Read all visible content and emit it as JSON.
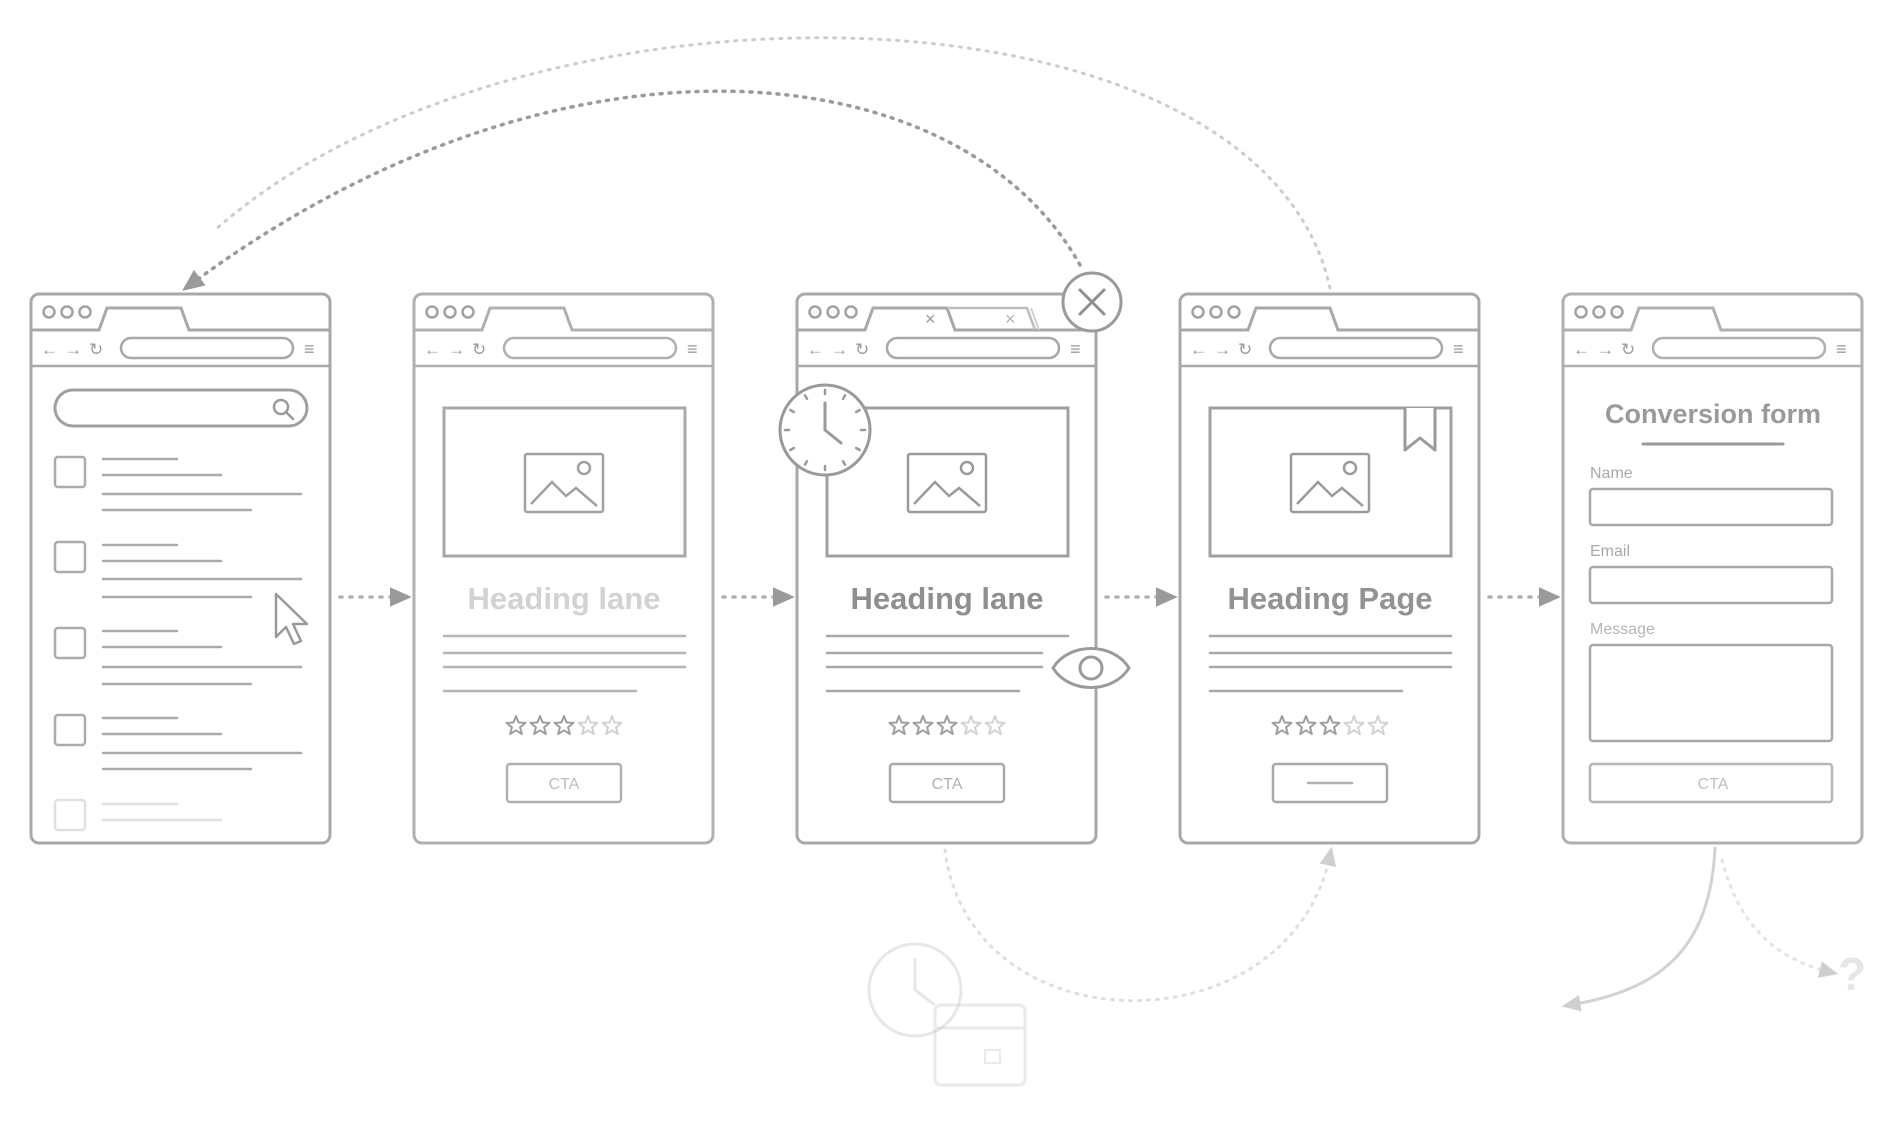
{
  "colors": {
    "stroke": "#9a9a9a",
    "stroke_light": "#c4c4c4",
    "stroke_faint": "#dddddd",
    "text_dark": "#8a8a8a",
    "text_light": "#c8c8c8",
    "background": "#ffffff"
  },
  "screens": [
    {
      "id": "search-results",
      "icon_names": [
        "search-icon",
        "cursor-icon",
        "checkbox-icon"
      ]
    },
    {
      "id": "landing-1",
      "heading": "Heading lane",
      "stars": 3,
      "stars_total": 5,
      "cta_label": "CTA",
      "icon_names": [
        "image-placeholder-icon",
        "star-icon"
      ]
    },
    {
      "id": "landing-2",
      "heading": "Heading lane",
      "stars": 3,
      "stars_total": 5,
      "cta_label": "CTA",
      "icon_names": [
        "image-placeholder-icon",
        "clock-icon",
        "eye-icon",
        "close-circle-icon",
        "star-icon"
      ]
    },
    {
      "id": "product-page",
      "heading": "Heading Page",
      "stars": 3,
      "stars_total": 5,
      "cta_label": "",
      "icon_names": [
        "image-placeholder-icon",
        "bookmark-icon",
        "star-icon"
      ]
    },
    {
      "id": "conversion",
      "form_title": "Conversion form",
      "fields": [
        {
          "label": "Name"
        },
        {
          "label": "Email"
        },
        {
          "label": "Message"
        }
      ],
      "cta_label": "CTA"
    }
  ],
  "faded_labels": {
    "question": "?"
  },
  "icons": {
    "back": "←",
    "forward": "→",
    "reload": "↻",
    "menu": "≡",
    "close_tab": "×"
  }
}
